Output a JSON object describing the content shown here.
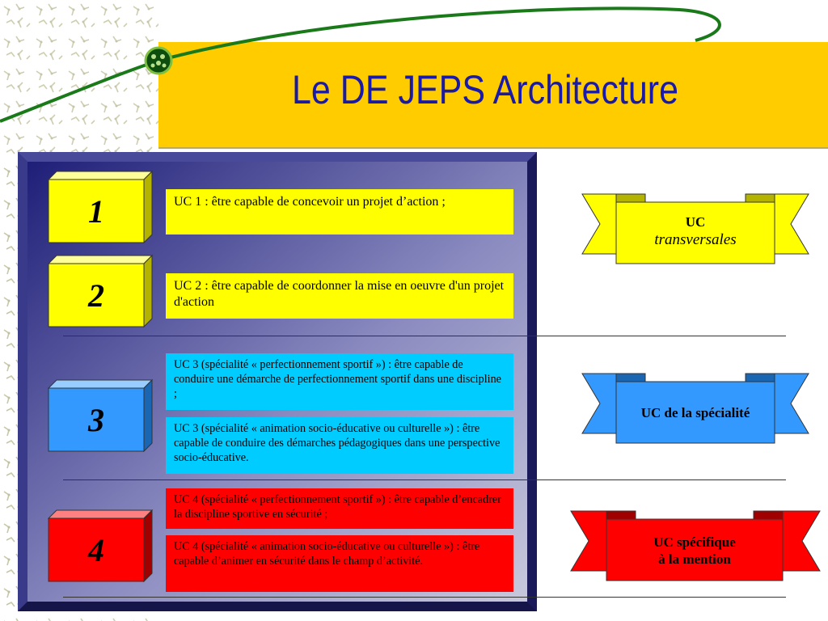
{
  "title": "Le DE JEPS Architecture",
  "colors": {
    "header_band": "#ffcc00",
    "title_text": "#1a1aa8",
    "yellow": "#ffff00",
    "cyan": "#00ccff",
    "blue": "#3399ff",
    "red": "#ff0000",
    "panel_dark": "#2a2a7a"
  },
  "groups": [
    {
      "number": "1",
      "color": "yellow"
    },
    {
      "number": "2",
      "color": "yellow"
    },
    {
      "number": "3",
      "color": "blue"
    },
    {
      "number": "4",
      "color": "red"
    }
  ],
  "uc_boxes": [
    {
      "text": "UC 1   : être capable de concevoir un projet d’action ;"
    },
    {
      "text": "UC 2   : être capable de coordonner la mise en oeuvre d'un projet d'action"
    },
    {
      "text": "UC 3 (spécialité « perfectionnement sportif »)  : être capable de conduire une démarche de perfectionnement sportif dans une discipline ;"
    },
    {
      "text": "UC 3 (spécialité « animation socio-éducative ou culturelle »)  : être capable de conduire des démarches pédagogiques dans une perspective socio-éducative."
    },
    {
      "text": "UC 4 (spécialité « perfectionnement sportif »)  : être capable d’encadrer la discipline sportive en sécurité ;"
    },
    {
      "text": "UC 4 (spécialité « animation socio-éducative ou culturelle »)  : être capable d’animer en sécurité dans le champ d’activité."
    }
  ],
  "ribbons": [
    {
      "line1": "UC",
      "line2": "transversales",
      "color": "yellow"
    },
    {
      "line1": "UC de la spécialité",
      "color": "blue"
    },
    {
      "line1": "UC spécifique",
      "line2": "à la mention",
      "color": "red"
    }
  ]
}
